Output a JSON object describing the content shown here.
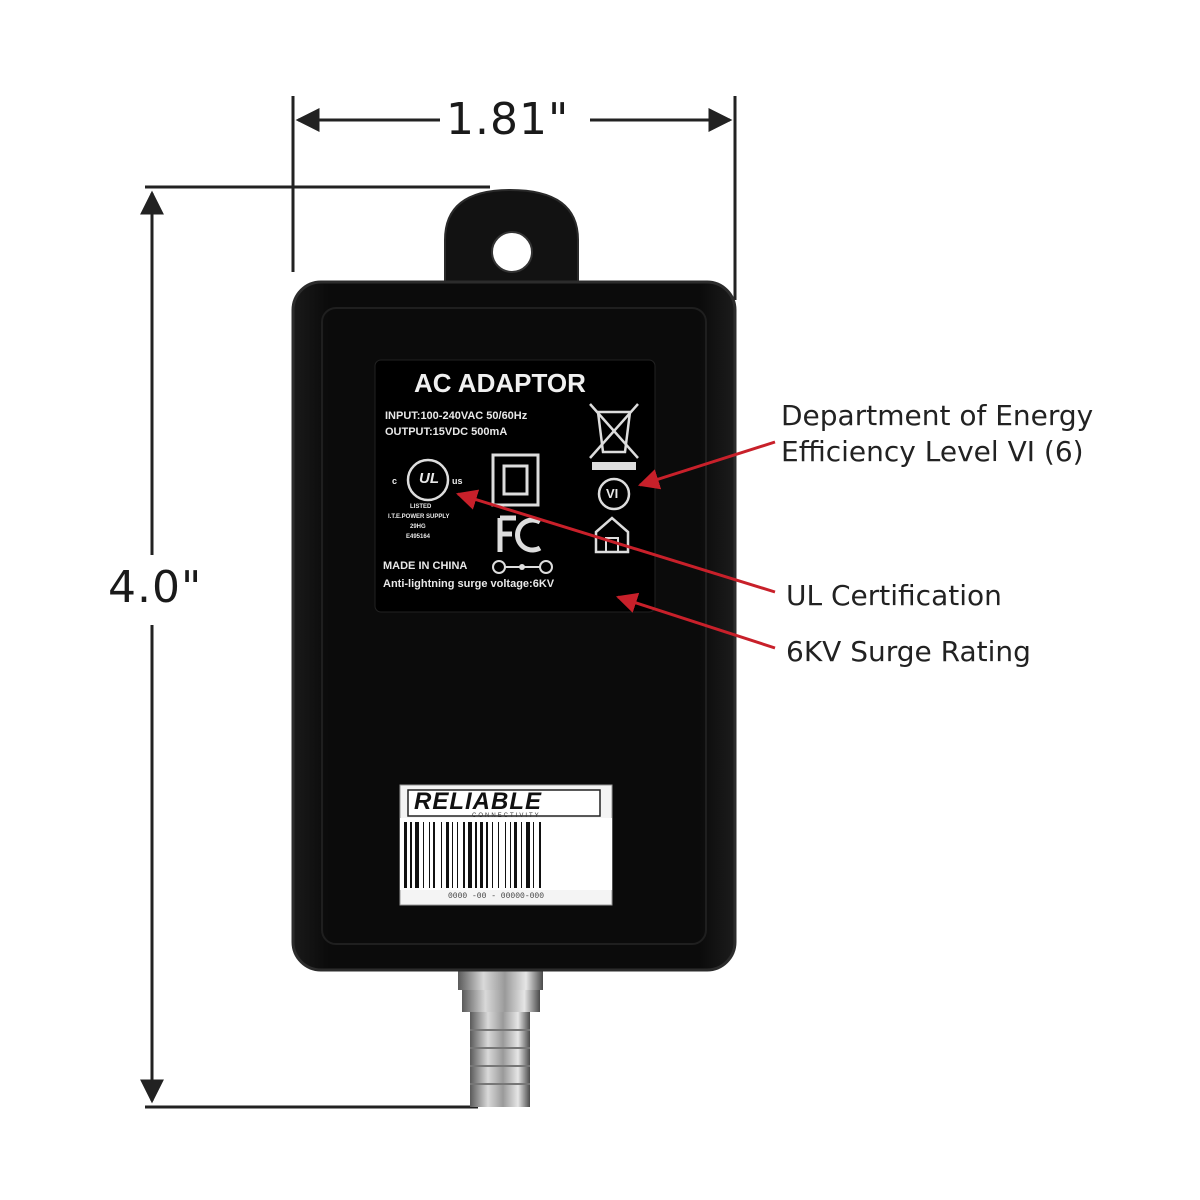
{
  "dimensions": {
    "width": "1.81\"",
    "height": "4.0\""
  },
  "label": {
    "title": "AC ADAPTOR",
    "input": "INPUT:100-240VAC  50/60Hz",
    "output": "OUTPUT:15VDC   500mA",
    "ul_c": "c",
    "ul_us": "us",
    "ul_listed": "LISTED",
    "ul_equipment": "I.T.E.POWER SUPPLY",
    "ul_code1": "29HG",
    "ul_code2": "E495164",
    "efficiency_mark": "VI",
    "origin": "MADE IN CHINA",
    "surge": "Anti-lightning surge voltage:6KV"
  },
  "brand": {
    "name": "RELIABLE",
    "tagline": "CONNECTIVITY",
    "barcode_text": "0000 -00 - 00000-000"
  },
  "callouts": {
    "doe_line1": "Department of Energy",
    "doe_line2": "Efficiency Level VI (6)",
    "ul": "UL Certification",
    "surge": "6KV Surge Rating"
  },
  "colors": {
    "body": "#0d0d0d",
    "arrow": "#c8202a"
  }
}
